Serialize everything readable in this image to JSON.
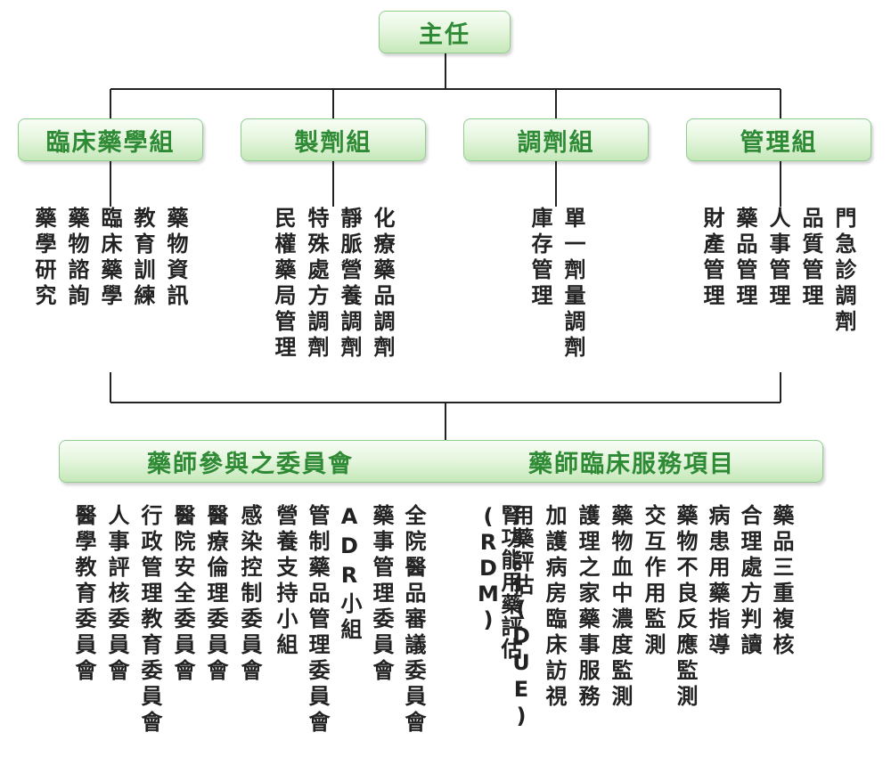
{
  "root": "主任",
  "groups": [
    "臨床藥學組",
    "製劑組",
    "調劑組",
    "管理組"
  ],
  "clinical": [
    "藥物資訊",
    "教育訓練",
    "臨床藥學",
    "藥物諮詢",
    "藥學研究"
  ],
  "compounding": [
    "化療藥品調劑",
    "靜脈營養調劑",
    "特殊處方調劑",
    "民權藥局管理"
  ],
  "dispensing": [
    "單一劑量調劑",
    "庫存管理"
  ],
  "management": [
    "門急診調劑",
    "品質管理",
    "人事管理",
    "藥品管理",
    "財產管理"
  ],
  "committee_title": "藥師參與之委員會",
  "service_title": "藥師臨床服務項目",
  "committees": [
    "全院醫品審議委員會",
    "藥事管理委員會",
    "ADR小組",
    "管制藥品管理委員會",
    "營養支持小組",
    "感染控制委員會",
    "醫療倫理委員會",
    "醫院安全委員會",
    "行政管理教育委員會",
    "人事評核委員會",
    "醫學教育委員會"
  ],
  "services": [
    "藥品三重複核",
    "合理處方判讀",
    "病患用藥指導",
    "藥物不良反應監測",
    "交互作用監測",
    "藥物血中濃度監測",
    "護理之家藥事服務",
    "加護病房臨床訪視",
    "用藥評估(DUE)",
    "腎功能用藥評估(RDM)"
  ]
}
